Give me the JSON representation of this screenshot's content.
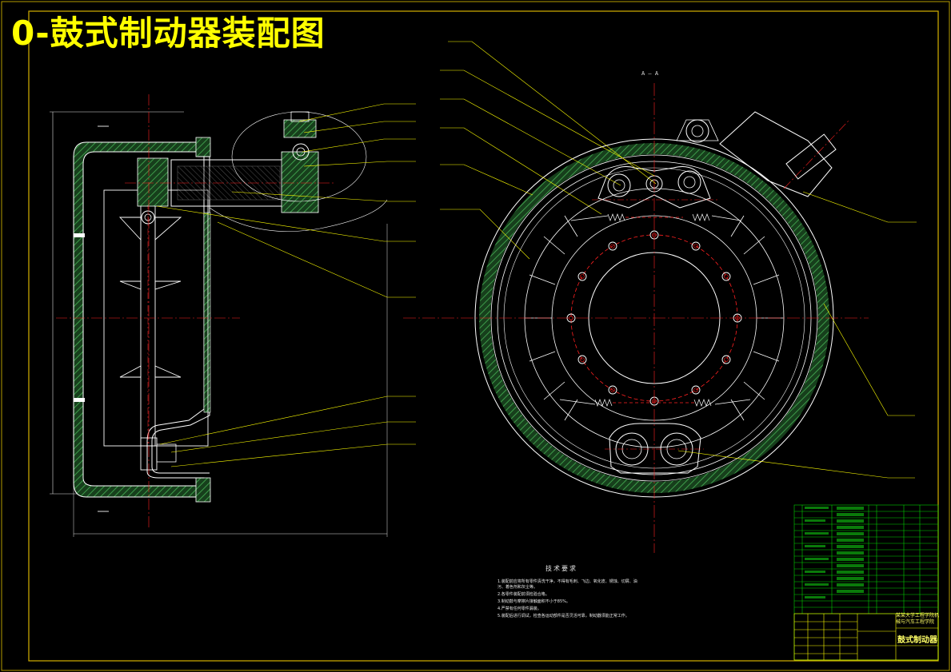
{
  "title": "0-鼓式制动器装配图",
  "section_label": "A — A",
  "tech_requirements": {
    "heading": "技术要求",
    "items": [
      "1.装配前应将所有零件清洗干净，不得有毛刺、飞边、氧化皮、锈蚀、切屑、油污、着色剂和灰尘等。",
      "2.各零件装配前须检验合格。",
      "3.制动鼓与摩擦片接触面积不小于85%。",
      "4.严禁有任何零件漏装。",
      "5.装配后进行调试，检查各运动部件是否灵活可靠，制动器须能正常工作。"
    ]
  },
  "title_block": {
    "drawing_name": "鼓式制动器",
    "school": "某某大学工程学院机械与汽车工程学院"
  },
  "colors": {
    "background": "#000000",
    "outline": "#ffffff",
    "leader": "#ffff00",
    "centerline": "#ff2020",
    "hatch": "#2e8b3a",
    "frame": "#ffff00",
    "table": "#00ff00"
  }
}
